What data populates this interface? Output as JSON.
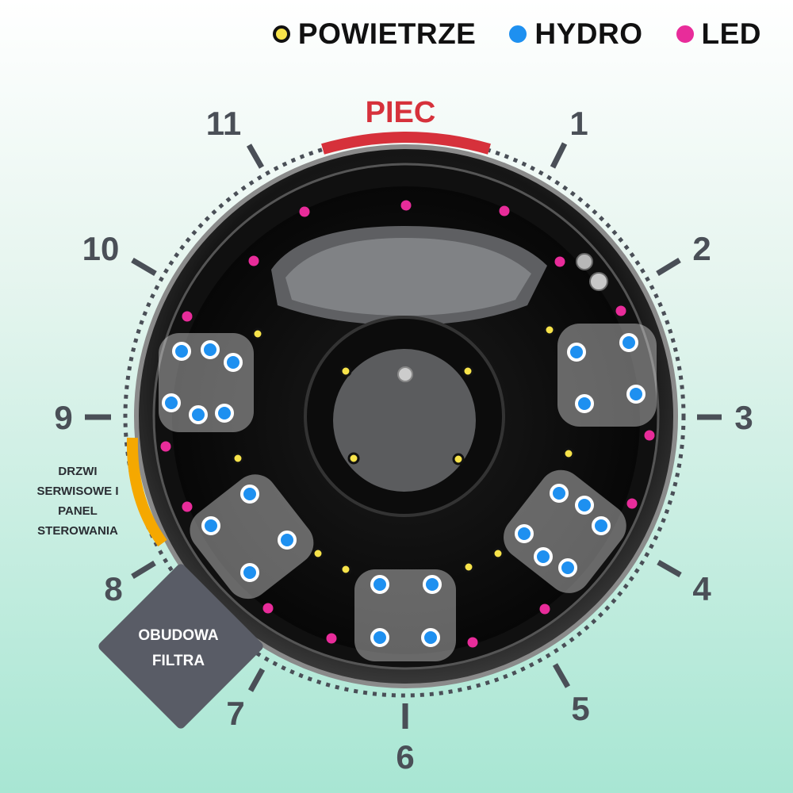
{
  "legend": {
    "items": [
      {
        "label": "POWIETRZE",
        "color": "#f7e34a"
      },
      {
        "label": "HYDRO",
        "color": "#1e90f0"
      },
      {
        "label": "LED",
        "color": "#e82c9a"
      }
    ]
  },
  "labels": {
    "heater": "PIEC",
    "service_door": [
      "DRZWI",
      "SERWISOWE I",
      "PANEL",
      "STEROWANIA"
    ],
    "filter_housing": [
      "OBUDOWA",
      "FILTRA"
    ]
  },
  "clock_positions": [
    "1",
    "2",
    "3",
    "4",
    "5",
    "6",
    "7",
    "8",
    "9",
    "10",
    "11"
  ],
  "colors": {
    "heater_arc": "#d6313b",
    "service_door_arc": "#f5a800",
    "filter_box": "#595c66",
    "ticks": "#4a4f57",
    "tub_shell": "#141414"
  }
}
